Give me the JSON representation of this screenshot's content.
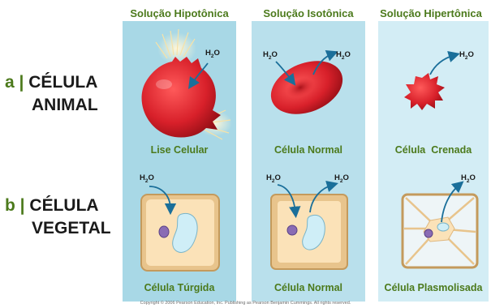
{
  "columns": [
    {
      "title": "Solução Hipotônica",
      "animal_caption": "Lise Celular",
      "plant_caption": "Célula Túrgida"
    },
    {
      "title": "Solução Isotônica",
      "animal_caption": "Célula Normal",
      "plant_caption": "Célula Normal"
    },
    {
      "title": "Solução Hipertônica",
      "animal_caption": "Célula  Crenada",
      "plant_caption": "Célula Plasmolisada"
    }
  ],
  "rows": {
    "a": {
      "letter": "a",
      "separator": "|",
      "line1": "CÉLULA",
      "line2": "ANIMAL"
    },
    "b": {
      "letter": "b",
      "separator": "|",
      "line1": "CÉLULA",
      "line2": "VEGETAL"
    }
  },
  "water_label": {
    "main": "H",
    "sub": "2",
    "end": "O"
  },
  "copyright": "Copyright © 2006 Pearson Education, Inc. Publishing as Pearson Benjamin Cummings. All rights reserved.",
  "colors": {
    "panel_hypotonic": "#a8d8e6",
    "panel_isotonic": "#b9e0ec",
    "panel_hypertonic": "#d3edf5",
    "title_green": "#4c7a1c",
    "red_cell": "#d8202a",
    "plant_wall": "#e8c48c",
    "plant_cytoplasm": "#fbe2b8",
    "vacuole": "#cfeef7",
    "nucleus": "#8a6cb4",
    "arrow": "#1a6f9a"
  }
}
